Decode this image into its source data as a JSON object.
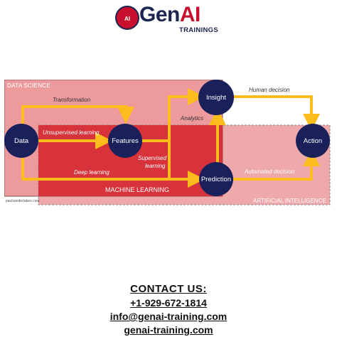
{
  "logo": {
    "brand_part1": "Gen",
    "brand_part2": "AI",
    "emblem_text": "AI",
    "subtitle": "TRAININGS"
  },
  "diagram": {
    "regions": {
      "data_science": "DATA SCIENCE",
      "machine_learning": "MACHINE LEARNING",
      "artificial_intelligence": "ARTIFICIAL INTELLIGENCE"
    },
    "nodes": {
      "data": "Data",
      "features": "Features",
      "insight": "Insight",
      "prediction": "Prediction",
      "action": "Action"
    },
    "edge_labels": {
      "transformation": "Transformation",
      "unsupervised": "Unsupervised learning",
      "deep": "Deep learning",
      "supervised_line1": "Supervised",
      "supervised_line2": "learning",
      "analytics": "Analytics",
      "human_decision": "Human decision",
      "automated_decision": "Automated decision"
    },
    "credit": "paulvanderlaken.com",
    "colors": {
      "data_science": "#ec9a9c",
      "machine_learning": "#d8323a",
      "node": "#19205a",
      "arrow": "#fbbc1c"
    }
  },
  "contact": {
    "title": "CONTACT US:",
    "phone": "+1-929-672-1814",
    "email": "info@genai-training.com",
    "website": "genai-training.com"
  }
}
